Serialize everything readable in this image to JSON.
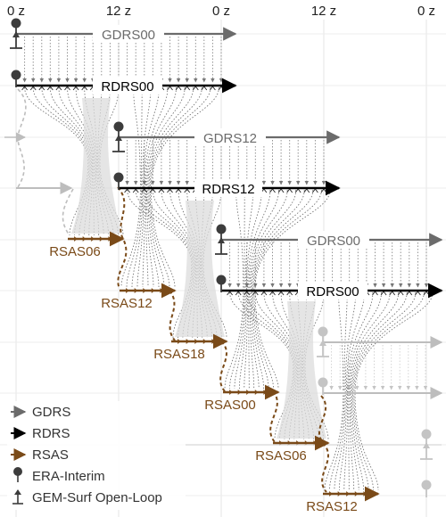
{
  "colors": {
    "gdrs": "#6b6b6b",
    "rdrs": "#000000",
    "rsas": "#7a4a18",
    "faded": "#bdbdbd",
    "grid": "#e6e6e6",
    "pin": "#3c3c3c"
  },
  "time_axis": {
    "ticks": [
      "0 z",
      "12 z",
      "0 z",
      "12 z",
      "0 z"
    ]
  },
  "runs": [
    {
      "id": "gdrs00_a",
      "kind": "GDRS",
      "label": "GDRS00",
      "faded": false
    },
    {
      "id": "rdrs00_a",
      "kind": "RDRS",
      "label": "RDRS00",
      "faded": false
    },
    {
      "id": "gdrs12",
      "kind": "GDRS",
      "label": "GDRS12",
      "faded": false
    },
    {
      "id": "rdrs12",
      "kind": "RDRS",
      "label": "RDRS12",
      "faded": false
    },
    {
      "id": "gdrs00_b",
      "kind": "GDRS",
      "label": "GDRS00",
      "faded": false
    },
    {
      "id": "rdrs00_b",
      "kind": "RDRS",
      "label": "RDRS00",
      "faded": false
    }
  ],
  "analyses": [
    {
      "id": "rsas06_a",
      "label": "RSAS06"
    },
    {
      "id": "rsas12_a",
      "label": "RSAS12"
    },
    {
      "id": "rsas18",
      "label": "RSAS18"
    },
    {
      "id": "rsas00",
      "label": "RSAS00"
    },
    {
      "id": "rsas06_b",
      "label": "RSAS06"
    },
    {
      "id": "rsas12_b",
      "label": "RSAS12"
    }
  ],
  "legend": [
    {
      "key": "gdrs",
      "symbol": "arrow",
      "label": "GDRS"
    },
    {
      "key": "rdrs",
      "symbol": "arrow",
      "label": "RDRS"
    },
    {
      "key": "rsas",
      "symbol": "arrow",
      "label": "RSAS"
    },
    {
      "key": "era",
      "symbol": "pin",
      "label": "ERA-Interim"
    },
    {
      "key": "gem",
      "symbol": "anchor",
      "label": "GEM-Surf Open-Loop"
    }
  ],
  "icons": {
    "era": "pin-icon",
    "gem": "anchor-icon",
    "arrow": "arrow-right-icon"
  }
}
